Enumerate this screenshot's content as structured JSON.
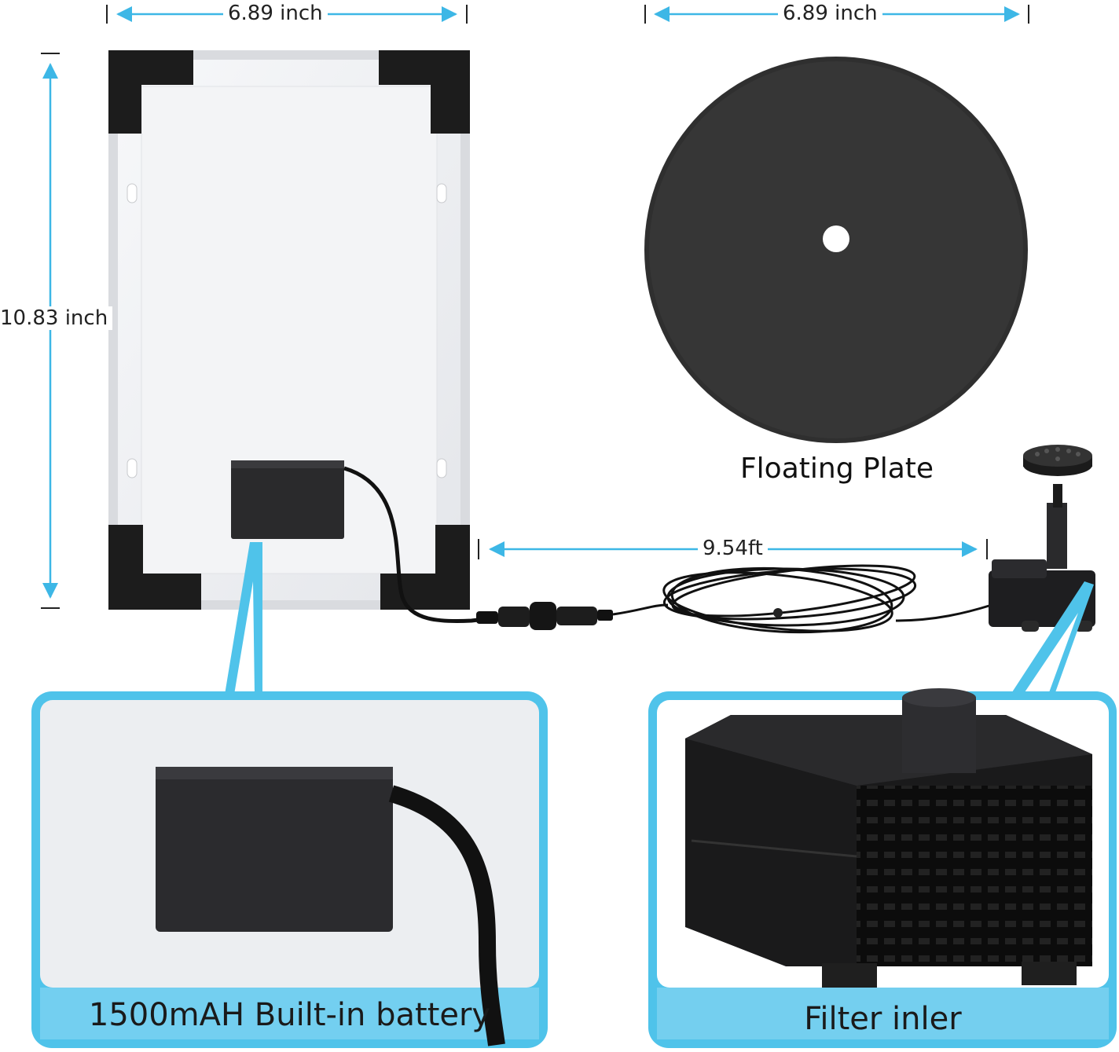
{
  "dimensions": {
    "panel_width": "6.89 inch",
    "plate_width": "6.89 inch",
    "panel_height": "10.83 inch",
    "cable_length": "9.54ft"
  },
  "labels": {
    "floating_plate": "Floating Plate",
    "battery_callout": "1500mAH Built-in battery",
    "pump_callout": "Filter inler"
  },
  "colors": {
    "accent_blue": "#4fc3ea",
    "arrow_blue": "#3db7e6",
    "frame": "#1c1c1c",
    "plate": "#2f2f2f"
  }
}
